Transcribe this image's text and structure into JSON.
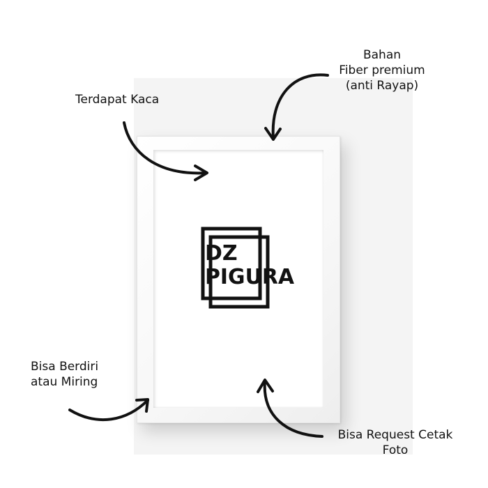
{
  "callouts": {
    "material": {
      "line1": "Bahan",
      "line2": "Fiber premium",
      "line3": "(anti Rayap)"
    },
    "glass": {
      "text": "Terdapat Kaca"
    },
    "stand": {
      "line1": "Bisa Berdiri",
      "line2": "atau Miring"
    },
    "print": {
      "line1": "Bisa Request Cetak",
      "line2": "Foto"
    }
  },
  "logo": {
    "line1": "DZ",
    "line2": "PIGURA"
  },
  "colors": {
    "frame": "#ffffff",
    "ink": "#111111",
    "backdrop": "#f4f4f4"
  },
  "icons": [
    "arrow-curved-icon"
  ]
}
